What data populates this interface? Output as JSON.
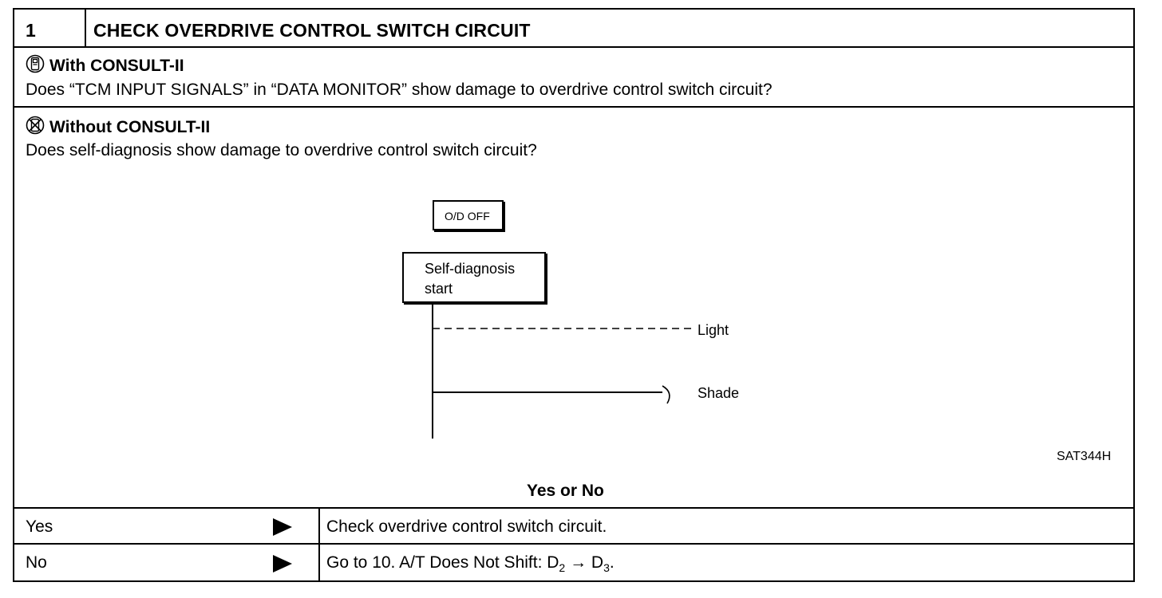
{
  "header": {
    "step_number": "1",
    "title": "CHECK OVERDRIVE CONTROL SWITCH CIRCUIT"
  },
  "with_consult": {
    "icon": "consult-tool-icon",
    "heading": "With CONSULT-II",
    "question": "Does “TCM INPUT SIGNALS” in “DATA MONITOR” show damage to overdrive control switch circuit?"
  },
  "without_consult": {
    "icon": "no-consult-tool-icon",
    "heading": "Without CONSULT-II",
    "question": "Does self-diagnosis show damage to overdrive control switch circuit?"
  },
  "diagram": {
    "od_off_label": "O/D OFF",
    "start_label_line1": "Self-diagnosis",
    "start_label_line2": "start",
    "light_label": "Light",
    "shade_label": "Shade",
    "figure_code": "SAT344H"
  },
  "prompt": "Yes or No",
  "outcomes": [
    {
      "answer": "Yes",
      "action": "Check overdrive control switch circuit."
    },
    {
      "answer": "No",
      "action_prefix": "Go to 10. A/T Does Not Shift: D",
      "sub1": "2",
      "arrow": "→",
      "mid": " D",
      "sub2": "3",
      "suffix": "."
    }
  ]
}
